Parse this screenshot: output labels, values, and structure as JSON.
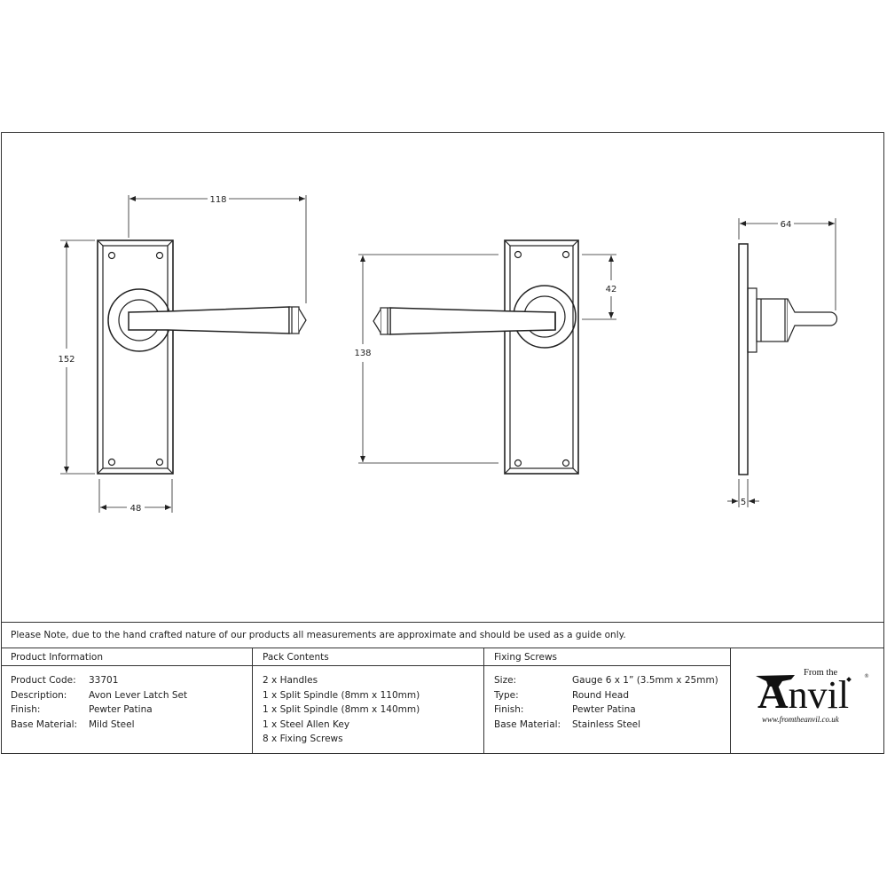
{
  "drawing": {
    "front_view": {
      "dimensions": {
        "width": "48",
        "height": "152",
        "lever_projection": "118"
      }
    },
    "rear_view": {
      "dimensions": {
        "spindle_height": "138",
        "rose_offset": "42"
      }
    },
    "side_view": {
      "dimensions": {
        "depth": "64",
        "plate_thickness": "5"
      }
    }
  },
  "note": "Please Note, due to the hand crafted nature of our products all measurements are approximate and should be used as a guide only.",
  "product_information": {
    "heading": "Product Information",
    "rows": [
      {
        "label": "Product Code:",
        "value": "33701"
      },
      {
        "label": "Description:",
        "value": "Avon Lever Latch Set"
      },
      {
        "label": "Finish:",
        "value": "Pewter Patina"
      },
      {
        "label": "Base Material:",
        "value": "Mild Steel"
      }
    ]
  },
  "pack_contents": {
    "heading": "Pack Contents",
    "items": [
      "2 x Handles",
      "1 x Split Spindle (8mm x 110mm)",
      "1 x Split Spindle (8mm x 140mm)",
      "1 x Steel Allen Key",
      "8 x Fixing Screws"
    ]
  },
  "fixing_screws": {
    "heading": "Fixing Screws",
    "rows": [
      {
        "label": "Size:",
        "value": "Gauge 6 x 1” (3.5mm x 25mm)"
      },
      {
        "label": "Type:",
        "value": "Round Head"
      },
      {
        "label": "Finish:",
        "value": "Pewter Patina"
      },
      {
        "label": "Base Material:",
        "value": "Stainless Steel"
      }
    ]
  },
  "logo": {
    "from_the": "From the",
    "anvil_initial": "A",
    "anvil_rest": "nvil",
    "registered": "®",
    "url": "www.fromtheanvil.co.uk"
  },
  "colors": {
    "line": "#222222",
    "background": "#ffffff"
  }
}
